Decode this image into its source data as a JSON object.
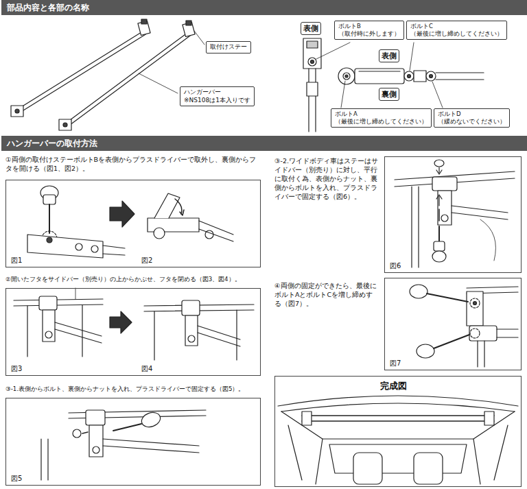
{
  "diagram": {
    "nodes": [
      {
        "text": [
          "部品内容と各部の名称"
        ]
      },
      {
        "text": [
          "取付けステー"
        ]
      },
      {
        "text": [
          "ハンガーバー",
          "※NS108は1本入りです"
        ]
      },
      {
        "text": [
          "表側"
        ]
      },
      {
        "text": [
          "ボルトB",
          "（取付時に外します）"
        ]
      },
      {
        "text": [
          "表側"
        ]
      },
      {
        "text": [
          "ボルトC",
          "（最後に増し締めしてください）"
        ]
      },
      {
        "text": [
          "裏側"
        ]
      },
      {
        "text": [
          "ボルトA",
          "（最後に増し締めしてください）"
        ]
      },
      {
        "text": [
          "ボルトD",
          "（緩めないでください）"
        ]
      },
      {
        "text": [
          "ハンガーバーの取付方法"
        ]
      },
      {
        "text": [
          "図1",
          "図2"
        ]
      },
      {
        "text": [
          "図3",
          "図4"
        ]
      },
      {
        "text": [
          "図5"
        ]
      },
      {
        "text": [
          "図6"
        ]
      },
      {
        "text": [
          "図7"
        ]
      },
      {
        "text": [
          "完成図"
        ]
      }
    ],
    "labels": [
      "①両側の取付けステーボルトBを表側からプラスドライバーで取外し、裏側からフタを開ける（図1、図2）。",
      "②開いたフタをサイドバー（別売り）の上からかぶせ、フタを閉める（図3、図4）。",
      "③-1.表側からボルト、裏側からナットを入れ、プラスドライバーで固定する（図5）。",
      "③-2.ワイドボディ車はステーはサイドバー（別売り）に対し、平行に取付く為、表側からナット、裏側からボルトを入れ、プラスドライバーで固定する（図6）。",
      "④両側の固定ができたら、最後にボルトAとボルトCを増し締めする（図7）。"
    ]
  }
}
